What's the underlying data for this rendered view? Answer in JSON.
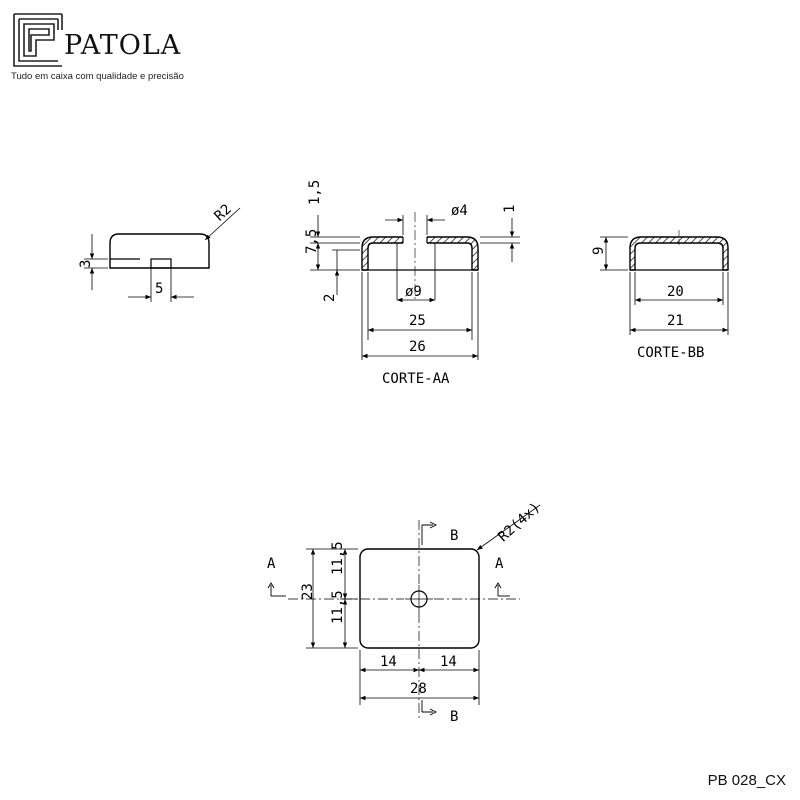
{
  "brand": {
    "name": "PATOLA",
    "tagline": "Tudo em caixa com qualidade e precisão"
  },
  "document_code": "PB 028_CX",
  "side_view": {
    "radius": "R2",
    "height": "3",
    "slot_width": "5"
  },
  "section_aa": {
    "title": "CORTE-AA",
    "dim_top": "1,5",
    "dim_total_height": "7,5",
    "dim_lower": "2",
    "dim_hole_small": "ø4",
    "dim_wall": "1",
    "dim_boss": "ø9",
    "dim_inner_width": "25",
    "dim_outer_width": "26"
  },
  "section_bb": {
    "title": "CORTE-BB",
    "dim_height": "9",
    "dim_inner_width": "20",
    "dim_outer_width": "21"
  },
  "top_view": {
    "radius": "R2(4x)",
    "height": "23",
    "half_height_upper": "11,5",
    "half_height_lower": "11,5",
    "half_width_left": "14",
    "half_width_right": "14",
    "width": "28",
    "section_a_left": "A",
    "section_a_right": "A",
    "section_b_top": "B",
    "section_b_bottom": "B"
  }
}
